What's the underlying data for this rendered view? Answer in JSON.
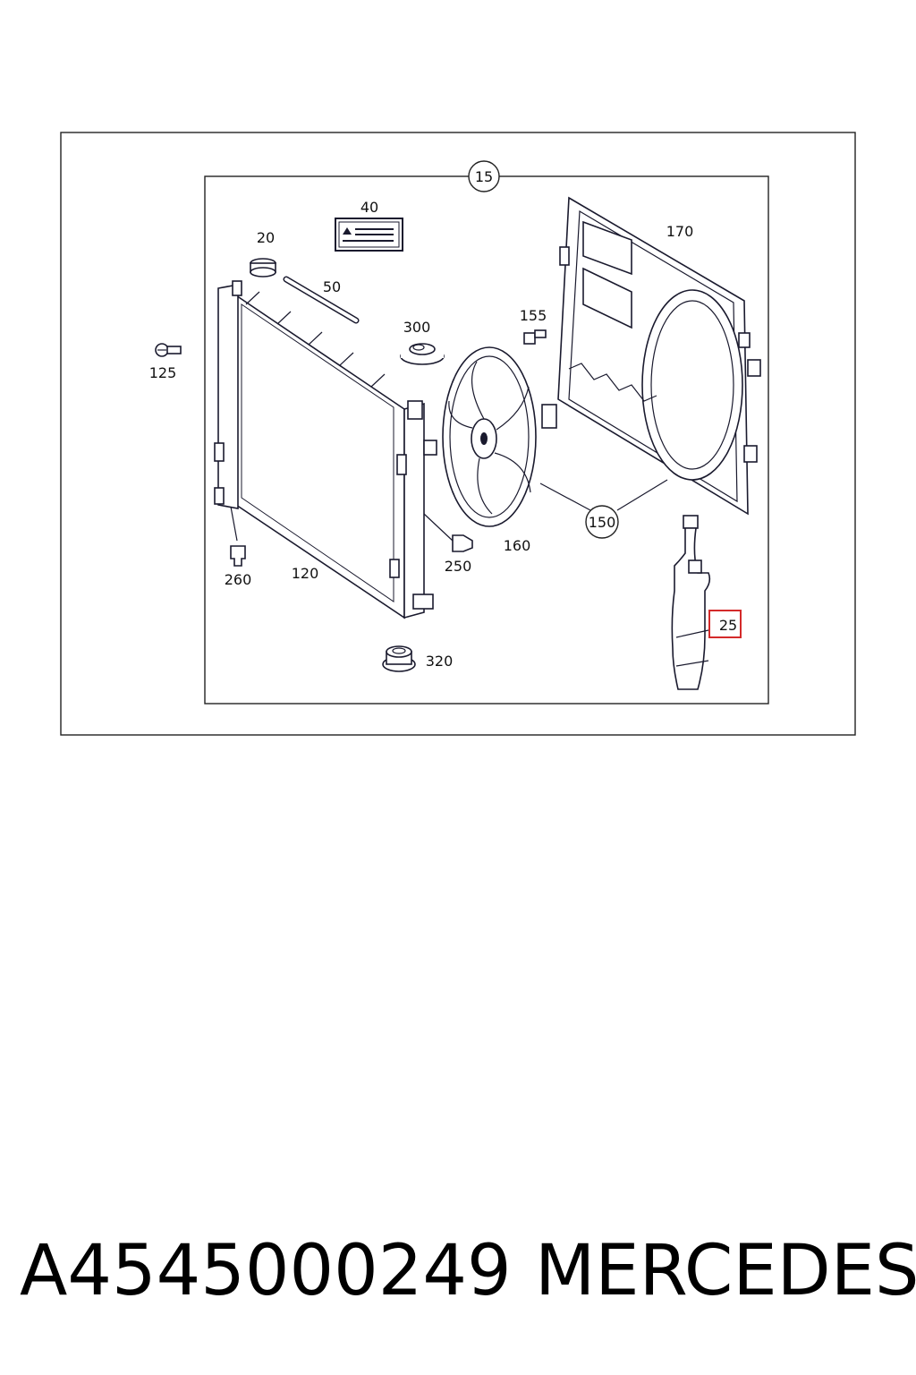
{
  "diagram": {
    "labels": {
      "15": "15",
      "40": "40",
      "20": "20",
      "50": "50",
      "170": "170",
      "155": "155",
      "300": "300",
      "125": "125",
      "150": "150",
      "160": "160",
      "250": "250",
      "260": "260",
      "120": "120",
      "25": "25",
      "320": "320"
    },
    "highlight_color": "#d42a2a"
  },
  "caption": {
    "part_number": "A4545000249",
    "brand": "MERCEDES"
  }
}
